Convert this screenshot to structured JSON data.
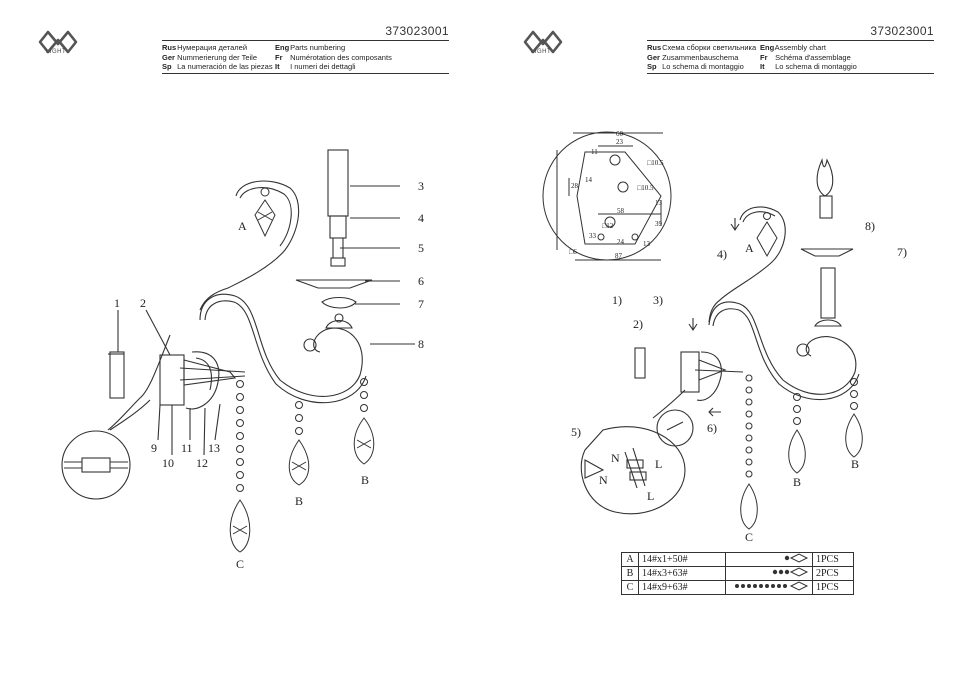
{
  "header": {
    "doc_number": "373023001",
    "logo_text": "LIGHT"
  },
  "left_sheet": {
    "lang_col1": [
      {
        "code": "Rus",
        "text": "Нумерация деталей"
      },
      {
        "code": "Ger",
        "text": "Nummerierung der Teile"
      },
      {
        "code": "Sp",
        "text": "La numeración de las piezas"
      }
    ],
    "lang_col2": [
      {
        "code": "Eng",
        "text": "Parts numbering"
      },
      {
        "code": "Fr",
        "text": "Numérotation des composants"
      },
      {
        "code": "It",
        "text": "I numeri dei dettagli"
      }
    ],
    "callouts": [
      "1",
      "2",
      "3",
      "4",
      "5",
      "6",
      "7",
      "8",
      "9",
      "10",
      "11",
      "12",
      "13"
    ],
    "pendant_labels": {
      "a": "A",
      "b": "B",
      "c": "C"
    }
  },
  "right_sheet": {
    "lang_col1": [
      {
        "code": "Rus",
        "text": "Схема сборки светильника"
      },
      {
        "code": "Ger",
        "text": "Zusammenbauschema"
      },
      {
        "code": "Sp",
        "text": "Lo schema di montaggio"
      }
    ],
    "lang_col2": [
      {
        "code": "Eng",
        "text": "Assembly chart"
      },
      {
        "code": "Fr",
        "text": "Schéma d'assemblage"
      },
      {
        "code": "It",
        "text": "Lo schema di montaggio"
      }
    ],
    "steps": [
      "1)",
      "2)",
      "3)",
      "4)",
      "5)",
      "6)",
      "7)",
      "8)"
    ],
    "pendant_labels": {
      "a": "A",
      "b": "B",
      "c": "C"
    },
    "wiring_labels": {
      "n1": "N",
      "l1": "L",
      "n2": "N",
      "l2": "L"
    },
    "dims": {
      "d60": "60",
      "d23": "23",
      "d11": "11",
      "d105a": "□10.5",
      "d28": "28",
      "d14": "14",
      "d105b": "□10.5",
      "d58": "58",
      "d13a": "13",
      "d12": "□12",
      "d33": "33",
      "d24": "24",
      "d39": "39",
      "d13b": "13",
      "d6": "□6",
      "d87": "87"
    },
    "parts_table": [
      {
        "label": "A",
        "spec": "14#x1+50#",
        "qty": "1PCS"
      },
      {
        "label": "B",
        "spec": "14#x3+63#",
        "qty": "2PCS"
      },
      {
        "label": "C",
        "spec": "14#x9+63#",
        "qty": "1PCS"
      }
    ]
  }
}
